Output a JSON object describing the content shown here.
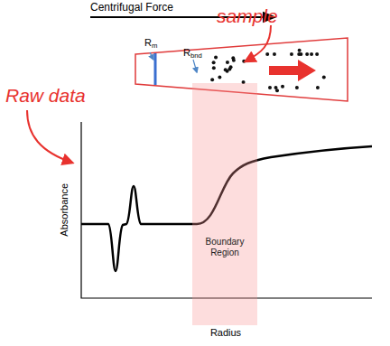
{
  "diagram": {
    "nodes": [
      {
        "text": [
          "Boundary Region"
        ]
      }
    ],
    "labels": [
      "Centrifugal Force",
      "Rm",
      "Rbnd",
      "sample",
      "Raw data",
      "Absorbance",
      "Radius"
    ]
  }
}
